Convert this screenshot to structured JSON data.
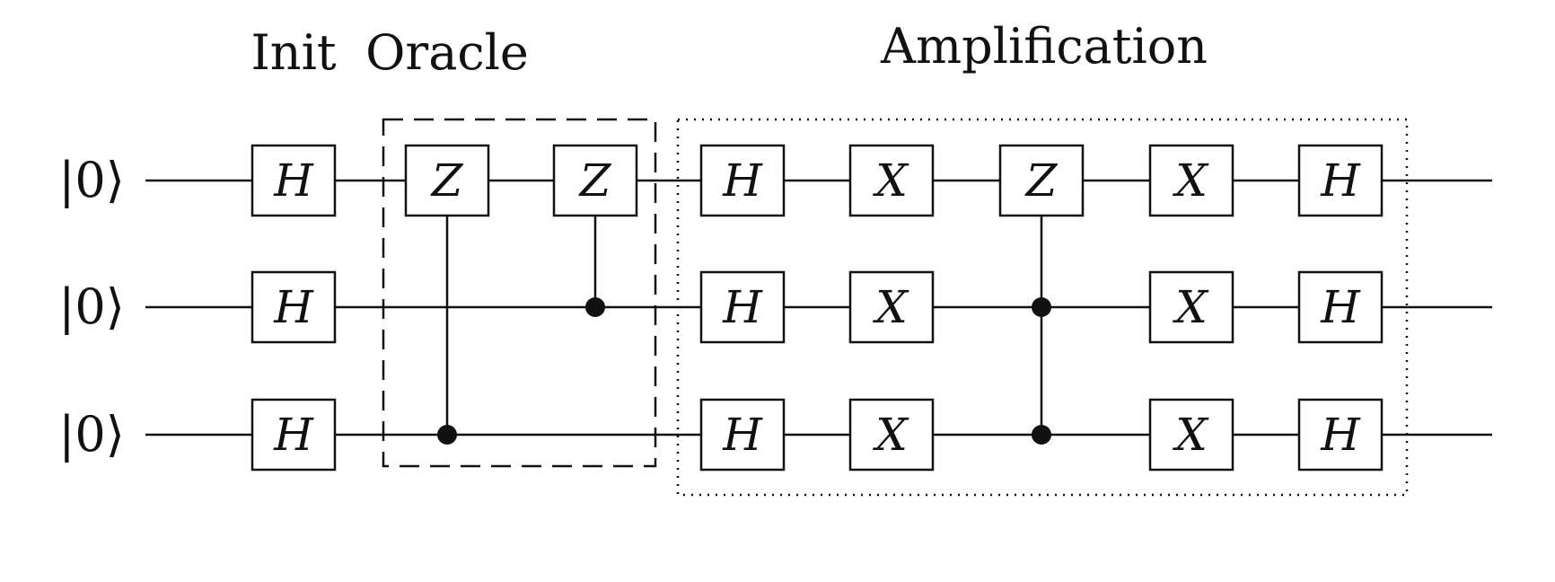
{
  "diagram": {
    "section_labels": {
      "init": "Init",
      "oracle": "Oracle",
      "amplification": "Amplification"
    },
    "qubits": [
      {
        "label": "|0⟩"
      },
      {
        "label": "|0⟩"
      },
      {
        "label": "|0⟩"
      }
    ],
    "gates": [
      {
        "id": "init-h-q0",
        "label": "H",
        "qubit": 0,
        "column": 0
      },
      {
        "id": "init-h-q1",
        "label": "H",
        "qubit": 1,
        "column": 0
      },
      {
        "id": "init-h-q2",
        "label": "H",
        "qubit": 2,
        "column": 0
      },
      {
        "id": "oracle-cz-a",
        "label": "Z",
        "qubit": 0,
        "column": 1,
        "controls": [
          2
        ]
      },
      {
        "id": "oracle-cz-b",
        "label": "Z",
        "qubit": 0,
        "column": 2,
        "controls": [
          1
        ]
      },
      {
        "id": "amp-h1-q0",
        "label": "H",
        "qubit": 0,
        "column": 3
      },
      {
        "id": "amp-h1-q1",
        "label": "H",
        "qubit": 1,
        "column": 3
      },
      {
        "id": "amp-h1-q2",
        "label": "H",
        "qubit": 2,
        "column": 3
      },
      {
        "id": "amp-x1-q0",
        "label": "X",
        "qubit": 0,
        "column": 4
      },
      {
        "id": "amp-x1-q1",
        "label": "X",
        "qubit": 1,
        "column": 4
      },
      {
        "id": "amp-x1-q2",
        "label": "X",
        "qubit": 2,
        "column": 4
      },
      {
        "id": "amp-ccz",
        "label": "Z",
        "qubit": 0,
        "column": 5,
        "controls": [
          1,
          2
        ]
      },
      {
        "id": "amp-x2-q0",
        "label": "X",
        "qubit": 0,
        "column": 6
      },
      {
        "id": "amp-x2-q1",
        "label": "X",
        "qubit": 1,
        "column": 6
      },
      {
        "id": "amp-x2-q2",
        "label": "X",
        "qubit": 2,
        "column": 6
      },
      {
        "id": "amp-h2-q0",
        "label": "H",
        "qubit": 0,
        "column": 7
      },
      {
        "id": "amp-h2-q1",
        "label": "H",
        "qubit": 1,
        "column": 7
      },
      {
        "id": "amp-h2-q2",
        "label": "H",
        "qubit": 2,
        "column": 7
      }
    ],
    "groups": [
      {
        "id": "oracle",
        "style": "dashed",
        "columns": [
          1,
          2
        ]
      },
      {
        "id": "amplification",
        "style": "dotted",
        "columns": [
          3,
          7
        ]
      }
    ]
  }
}
